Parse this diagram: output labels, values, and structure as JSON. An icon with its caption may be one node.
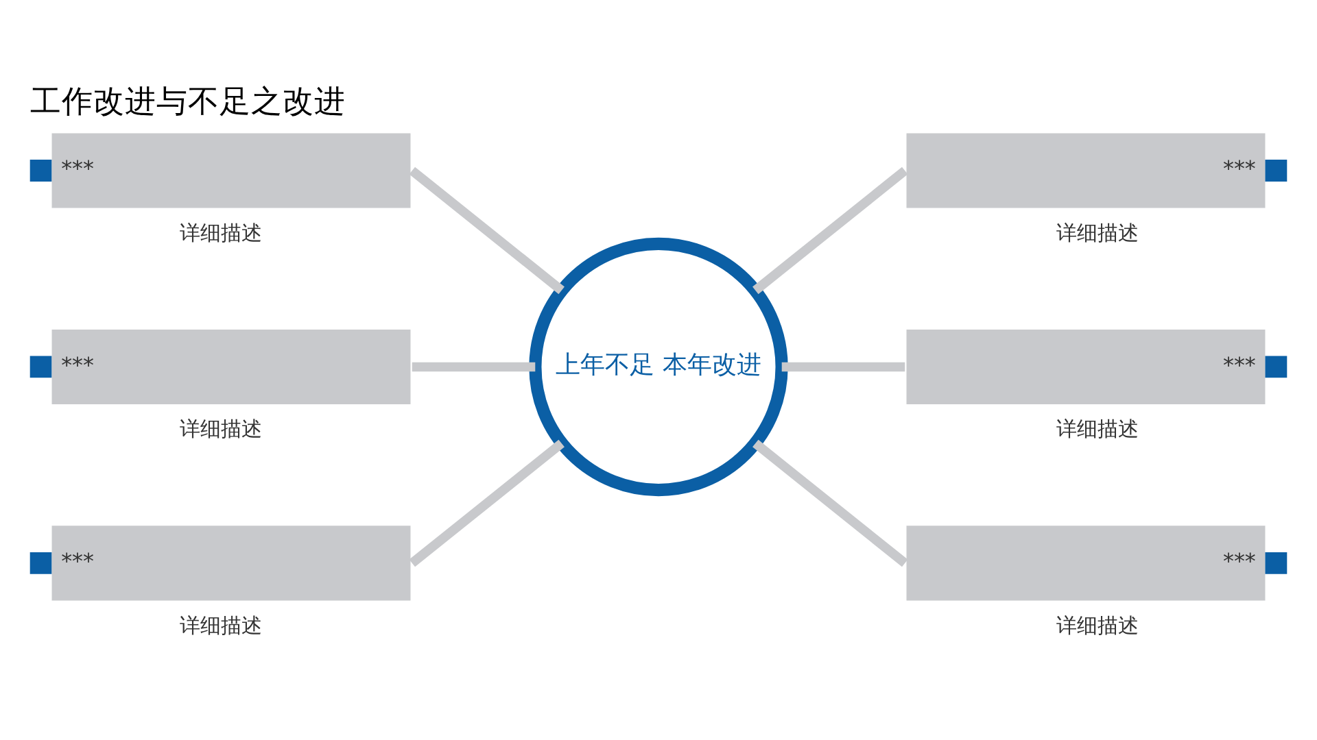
{
  "diagram": {
    "title": "工作改进与不足之改进",
    "nodes": [
      {
        "text": [
          "上年不足 本年改进"
        ]
      },
      {
        "text": [
          "***"
        ],
        "beside": [
          "详细描述"
        ]
      },
      {
        "text": [
          "***"
        ],
        "beside": [
          "详细描述"
        ]
      },
      {
        "text": [
          "***"
        ],
        "beside": [
          "详细描述"
        ]
      },
      {
        "text": [
          "***"
        ],
        "beside": [
          "详细描述"
        ]
      },
      {
        "text": [
          "***"
        ],
        "beside": [
          "详细描述"
        ]
      },
      {
        "text": [
          "***"
        ],
        "beside": [
          "详细描述"
        ]
      }
    ],
    "edges": [
      {
        "from": 1,
        "to": 0,
        "arrow": "none"
      },
      {
        "from": 2,
        "to": 0,
        "arrow": "none"
      },
      {
        "from": 3,
        "to": 0,
        "arrow": "none"
      },
      {
        "from": 0,
        "to": 4,
        "arrow": "none"
      },
      {
        "from": 0,
        "to": 5,
        "arrow": "none"
      },
      {
        "from": 0,
        "to": 6,
        "arrow": "none"
      }
    ]
  }
}
